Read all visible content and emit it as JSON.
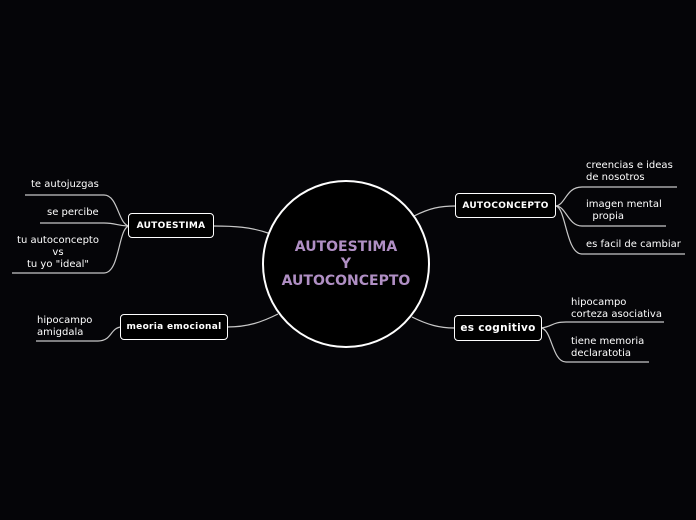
{
  "diagram": {
    "central": {
      "lines": [
        "AUTOESTIMA",
        "Y",
        "AUTOCONCEPTO"
      ],
      "text_color": "#b08fc4"
    },
    "branches": {
      "autoestima": {
        "label": "AUTOESTIMA",
        "leaves": [
          "te autojuzgas",
          "se percibe",
          "tu autoconcepto\nvs\ntu yo \"ideal\""
        ]
      },
      "memoria": {
        "label": "meoria emocional",
        "leaves": [
          "hipocampo\namigdala"
        ]
      },
      "autoconcepto": {
        "label": "AUTOCONCEPTO",
        "leaves": [
          "creencias e ideas\nde nosotros",
          "imagen mental\n  propia",
          "es facil de cambiar"
        ]
      },
      "cognitivo": {
        "label": "es cognitivo",
        "leaves": [
          "hipocampo\ncorteza asociativa",
          "tiene memoria\ndeclaratotia"
        ]
      }
    }
  }
}
